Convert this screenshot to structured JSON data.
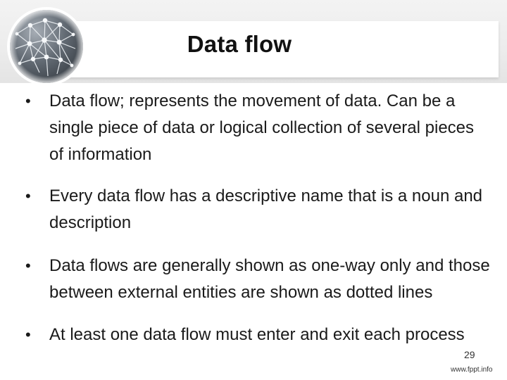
{
  "slide": {
    "title": "Data flow",
    "bullets": [
      {
        "term": "Data flow",
        "text": "; represents the movement of data. Can be a single piece of data or logical collection of several pieces of information"
      },
      {
        "text": "Every data flow has a descriptive name that is a noun and description"
      },
      {
        "text": "Data flows are generally shown as one-way only and those between external entities are shown as dotted lines"
      },
      {
        "text": "At least one data flow must enter and exit each process"
      }
    ],
    "bullet_glyph": "•",
    "page_number": "29",
    "footer_site": "www.fppt.info"
  },
  "colors": {
    "title_text": "#111111",
    "body_text": "#1a1a1a",
    "header_band": "#ececec",
    "globe_dark": "#4b5563",
    "globe_light": "#cfd5db"
  },
  "icons": {
    "logo": "network-globe-icon"
  }
}
